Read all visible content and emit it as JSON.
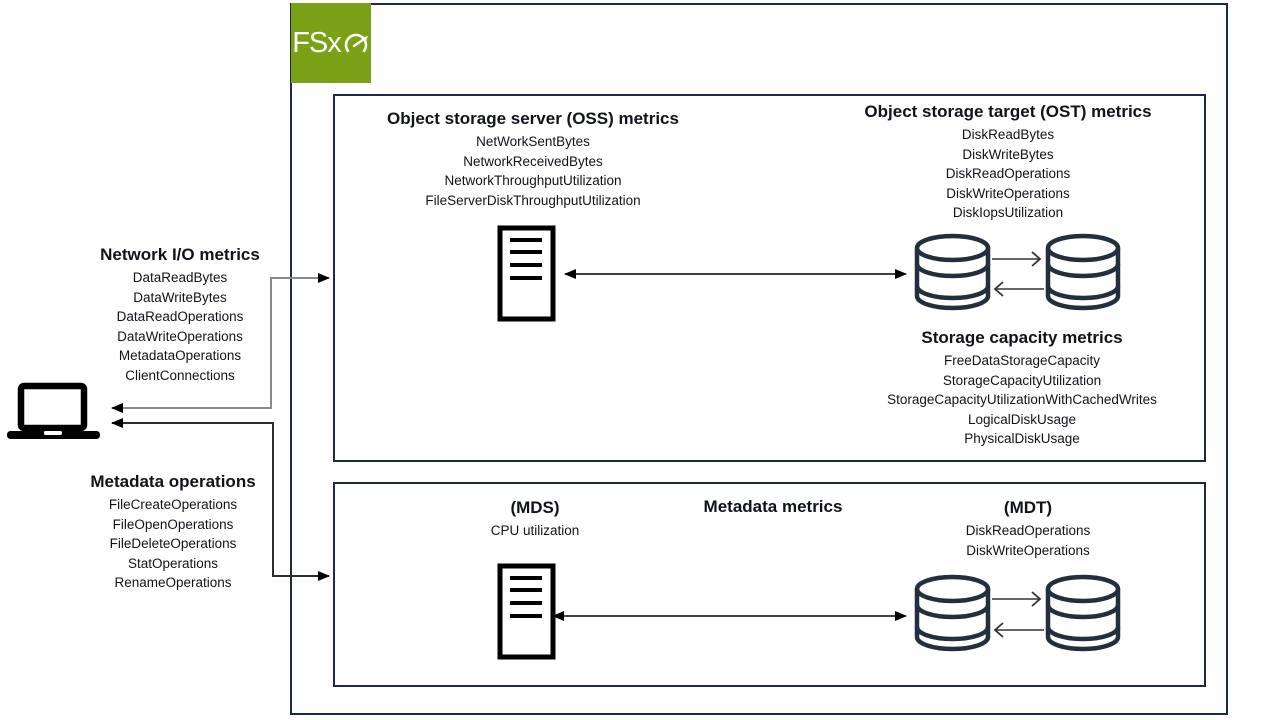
{
  "logo": {
    "label": "FSx",
    "icon": "gauge-icon",
    "background": "#7AA116"
  },
  "colors": {
    "green": "#7AA116",
    "navy": "#1b2a4a",
    "icon_navy": "#232f3e",
    "black": "#000000",
    "gray_connector": "#8a8a8a",
    "dark_connector": "#2e2e2e"
  },
  "icons": {
    "client": "laptop-icon",
    "file_server": "server-icon",
    "storage": "database-icon",
    "logo_glyph": "gauge-icon",
    "connectors": "arrow"
  },
  "left_panel": {
    "network_io": {
      "title": "Network I/O metrics",
      "items": [
        "DataReadBytes",
        "DataWriteBytes",
        "DataReadOperations",
        "DataWriteOperations",
        "MetadataOperations",
        "ClientConnections"
      ]
    },
    "metadata_ops": {
      "title": "Metadata operations",
      "items": [
        "FileCreateOperations",
        "FileOpenOperations",
        "FileDeleteOperations",
        "StatOperations",
        "RenameOperations"
      ]
    }
  },
  "top_box": {
    "oss": {
      "title": "Object storage server (OSS) metrics",
      "items": [
        "NetWorkSentBytes",
        "NetworkReceivedBytes",
        "NetworkThroughputUtilization",
        "FileServerDiskThroughputUtilization"
      ]
    },
    "ost": {
      "title": "Object storage target (OST) metrics",
      "items": [
        "DiskReadBytes",
        "DiskWriteBytes",
        "DiskReadOperations",
        "DiskWriteOperations",
        "DiskIopsUtilization"
      ]
    },
    "storage_capacity": {
      "title": "Storage capacity metrics",
      "items": [
        "FreeDataStorageCapacity",
        "StorageCapacityUtilization",
        "StorageCapacityUtilizationWithCachedWrites",
        "LogicalDiskUsage",
        "PhysicalDiskUsage"
      ]
    }
  },
  "bottom_box": {
    "title": "Metadata metrics",
    "mds": {
      "title": "(MDS)",
      "items": [
        "CPU utilization"
      ]
    },
    "mdt": {
      "title": "(MDT)",
      "items": [
        "DiskReadOperations",
        "DiskWriteOperations"
      ]
    }
  }
}
